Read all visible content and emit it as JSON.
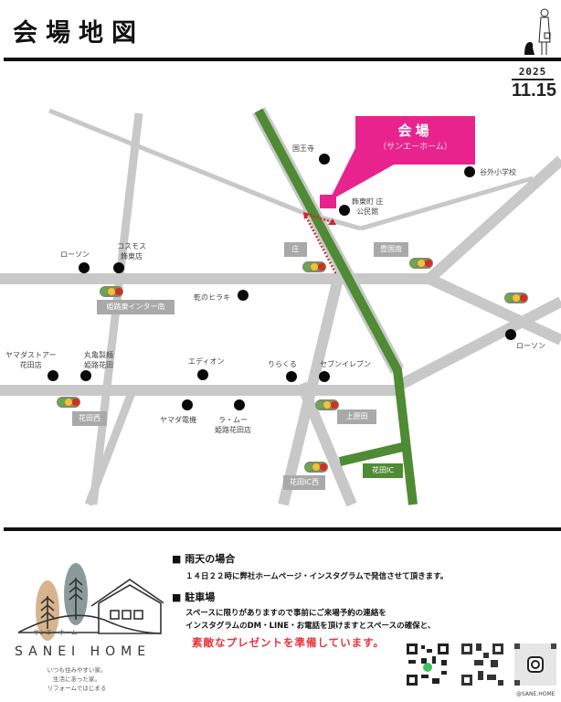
{
  "header": {
    "title": "会場地図",
    "date_year": "2025",
    "date_day": "11.15"
  },
  "venue": {
    "title": "会場",
    "subtitle": "（サンエーホーム）",
    "color": "#e9238d"
  },
  "landmarks": [
    {
      "id": "kokuoji",
      "label": "国王寺"
    },
    {
      "id": "yagaishi",
      "label": "谷外小学校"
    },
    {
      "id": "shikoukan",
      "label": "飾東町 庄\n公民館"
    },
    {
      "id": "lawson1",
      "label": "ローソン"
    },
    {
      "id": "cosmos",
      "label": "コスモス\n飾東店"
    },
    {
      "id": "hiraki",
      "label": "乾のヒラキ"
    },
    {
      "id": "lawson2",
      "label": "ローソン"
    },
    {
      "id": "yamada_store",
      "label": "ヤマダストアー\n花田店"
    },
    {
      "id": "marugame",
      "label": "丸亀製麺\n姫路花田"
    },
    {
      "id": "edion",
      "label": "エディオン"
    },
    {
      "id": "rirakuru",
      "label": "りらくる"
    },
    {
      "id": "seven",
      "label": "セブンイレブン"
    },
    {
      "id": "yamada_denki",
      "label": "ヤマダ電機"
    },
    {
      "id": "ramu",
      "label": "ラ・ムー\n姫路花田店"
    }
  ],
  "intersections": [
    {
      "id": "sho",
      "label": "庄"
    },
    {
      "id": "toyokuni",
      "label": "豊国南"
    },
    {
      "id": "himeji_ic",
      "label": "姫路東インター南"
    },
    {
      "id": "hanada_nishi",
      "label": "花田西"
    },
    {
      "id": "kamihara",
      "label": "上原田"
    },
    {
      "id": "hanada_ic_nishi",
      "label": "花田IC西"
    },
    {
      "id": "hanada_ic",
      "label": "花田IC"
    }
  ],
  "map_colors": {
    "road": "#c8c8c8",
    "highway": "#4f8a34",
    "route_arrow": "#d0282e"
  },
  "info": {
    "rain_heading": "■ 雨天の場合",
    "rain_text": "１４日２２時に弊社ホームページ・インスタグラムで発信させて頂きます。",
    "parking_heading": "■ 駐車場",
    "parking_text_1": "スペースに限りがありますので事前にご来場予約の連絡を",
    "parking_text_2": "インスタグラムのDM・LINE・お電話を頂けますとスペースの確保と、",
    "parking_highlight": "素敵なプレゼントを準備しています。",
    "highlight_color": "#e8323a"
  },
  "brand": {
    "kana": "サンエーホーム",
    "name": "SANEI HOME",
    "tagline_1": "いつも住みやすい家。",
    "tagline_2": "生活にあった家。",
    "tagline_3": "リフォームではじまる"
  },
  "qr_codes": [
    {
      "id": "line",
      "icon": "line-icon"
    },
    {
      "id": "web",
      "icon": "none"
    },
    {
      "id": "instagram",
      "icon": "instagram-icon",
      "label": "@SANE.HOME"
    }
  ]
}
